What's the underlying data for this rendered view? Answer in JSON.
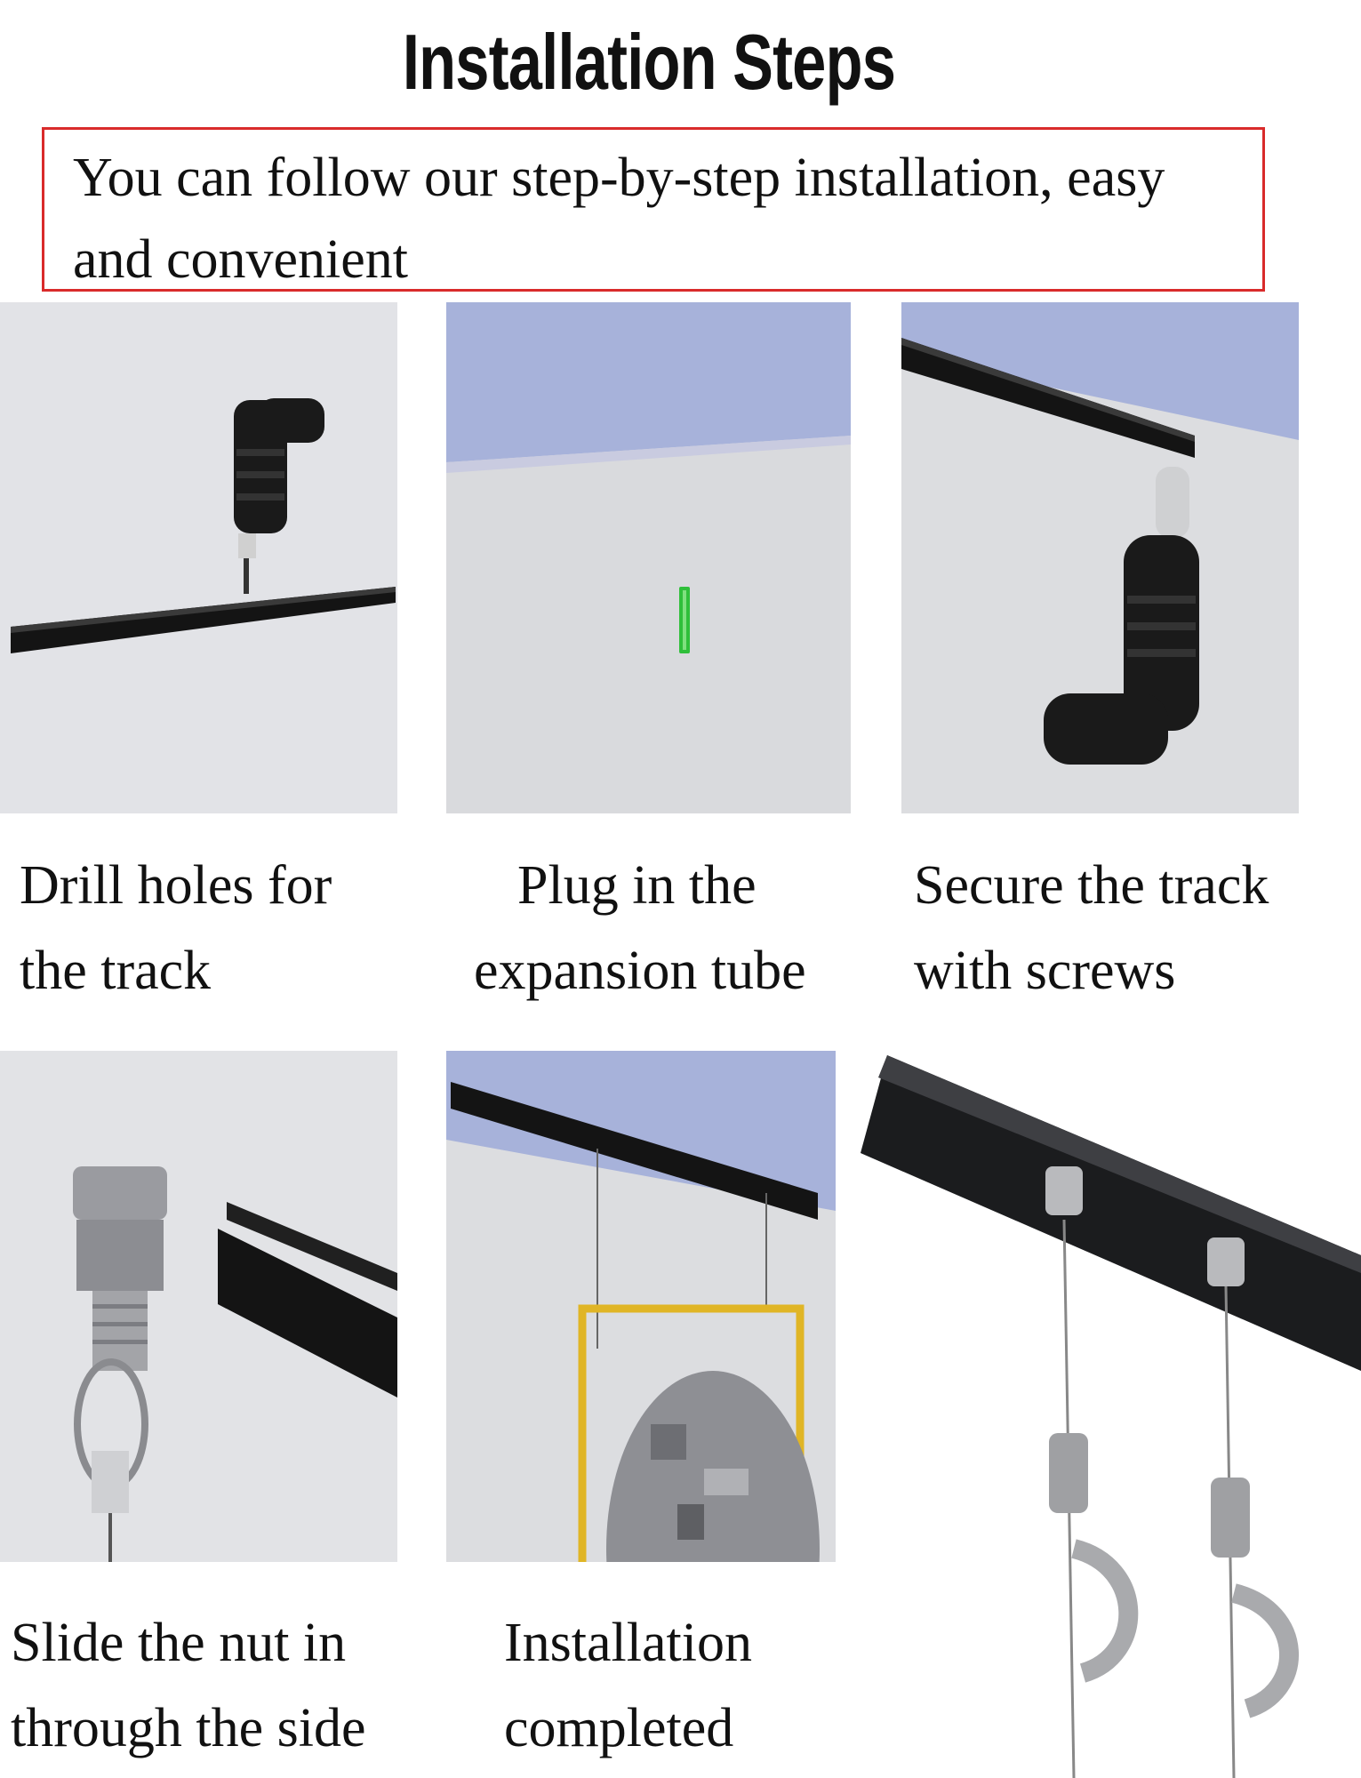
{
  "page": {
    "title": "Installation Steps",
    "subtitle": "You can follow our step-by-step installation, easy and convenient"
  },
  "steps": [
    {
      "caption_line1": "Drill holes for",
      "caption_line2": "the track"
    },
    {
      "caption_line1": "Plug in the",
      "caption_line2": "expansion tube"
    },
    {
      "caption_line1": "Secure the track",
      "caption_line2": "with screws"
    },
    {
      "caption_line1": "Slide the nut in",
      "caption_line2": "through the side"
    },
    {
      "caption_line1": "Installation",
      "caption_line2": "completed"
    }
  ],
  "colors": {
    "frame_border": "#d92b2b",
    "wall": "#dcdde1",
    "sky": "#a9b4d9",
    "track": "#161616",
    "plug": "#2fbf3a",
    "picture_frame": "#e0b526",
    "steel": "#b9babd"
  },
  "icons": [
    "drill-icon",
    "rail-icon",
    "expansion-plug-icon",
    "screw-nut-icon",
    "cable-hook-icon",
    "picture-frame-icon"
  ]
}
